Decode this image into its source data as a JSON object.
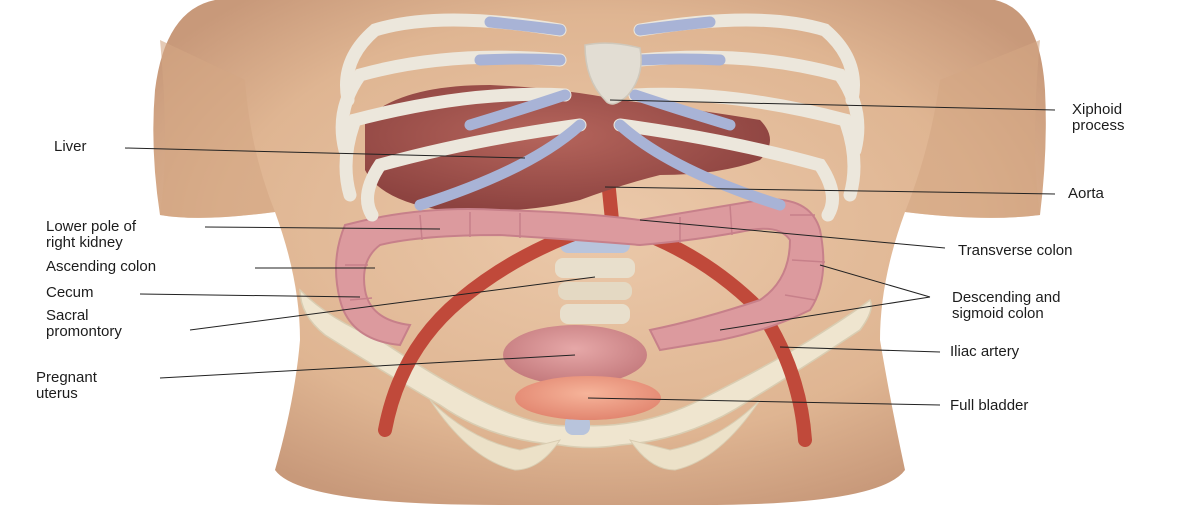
{
  "labels": {
    "liver": "Liver",
    "kidney_line1": "Lower pole of",
    "kidney_line2": "right kidney",
    "ascending_colon": "Ascending colon",
    "cecum": "Cecum",
    "sacral_line1": "Sacral",
    "sacral_line2": "promontory",
    "uterus_line1": "Pregnant",
    "uterus_line2": "uterus",
    "xiphoid_line1": "Xiphoid",
    "xiphoid_line2": "process",
    "aorta": "Aorta",
    "transverse_colon": "Transverse colon",
    "descending_line1": "Descending and",
    "descending_line2": "sigmoid colon",
    "iliac_artery": "Iliac artery",
    "full_bladder": "Full bladder"
  },
  "colors": {
    "skin": "#e2bb99",
    "skin_shadow": "#c99a78",
    "liver": "#a8564f",
    "colon": "#dc9a9e",
    "artery": "#c0493a",
    "ribs": "#ece7dc",
    "cartilage": "#a8b3d6",
    "uterus": "#d68f92",
    "bladder": "#ee9c83",
    "pelvis": "#efe5cf"
  }
}
